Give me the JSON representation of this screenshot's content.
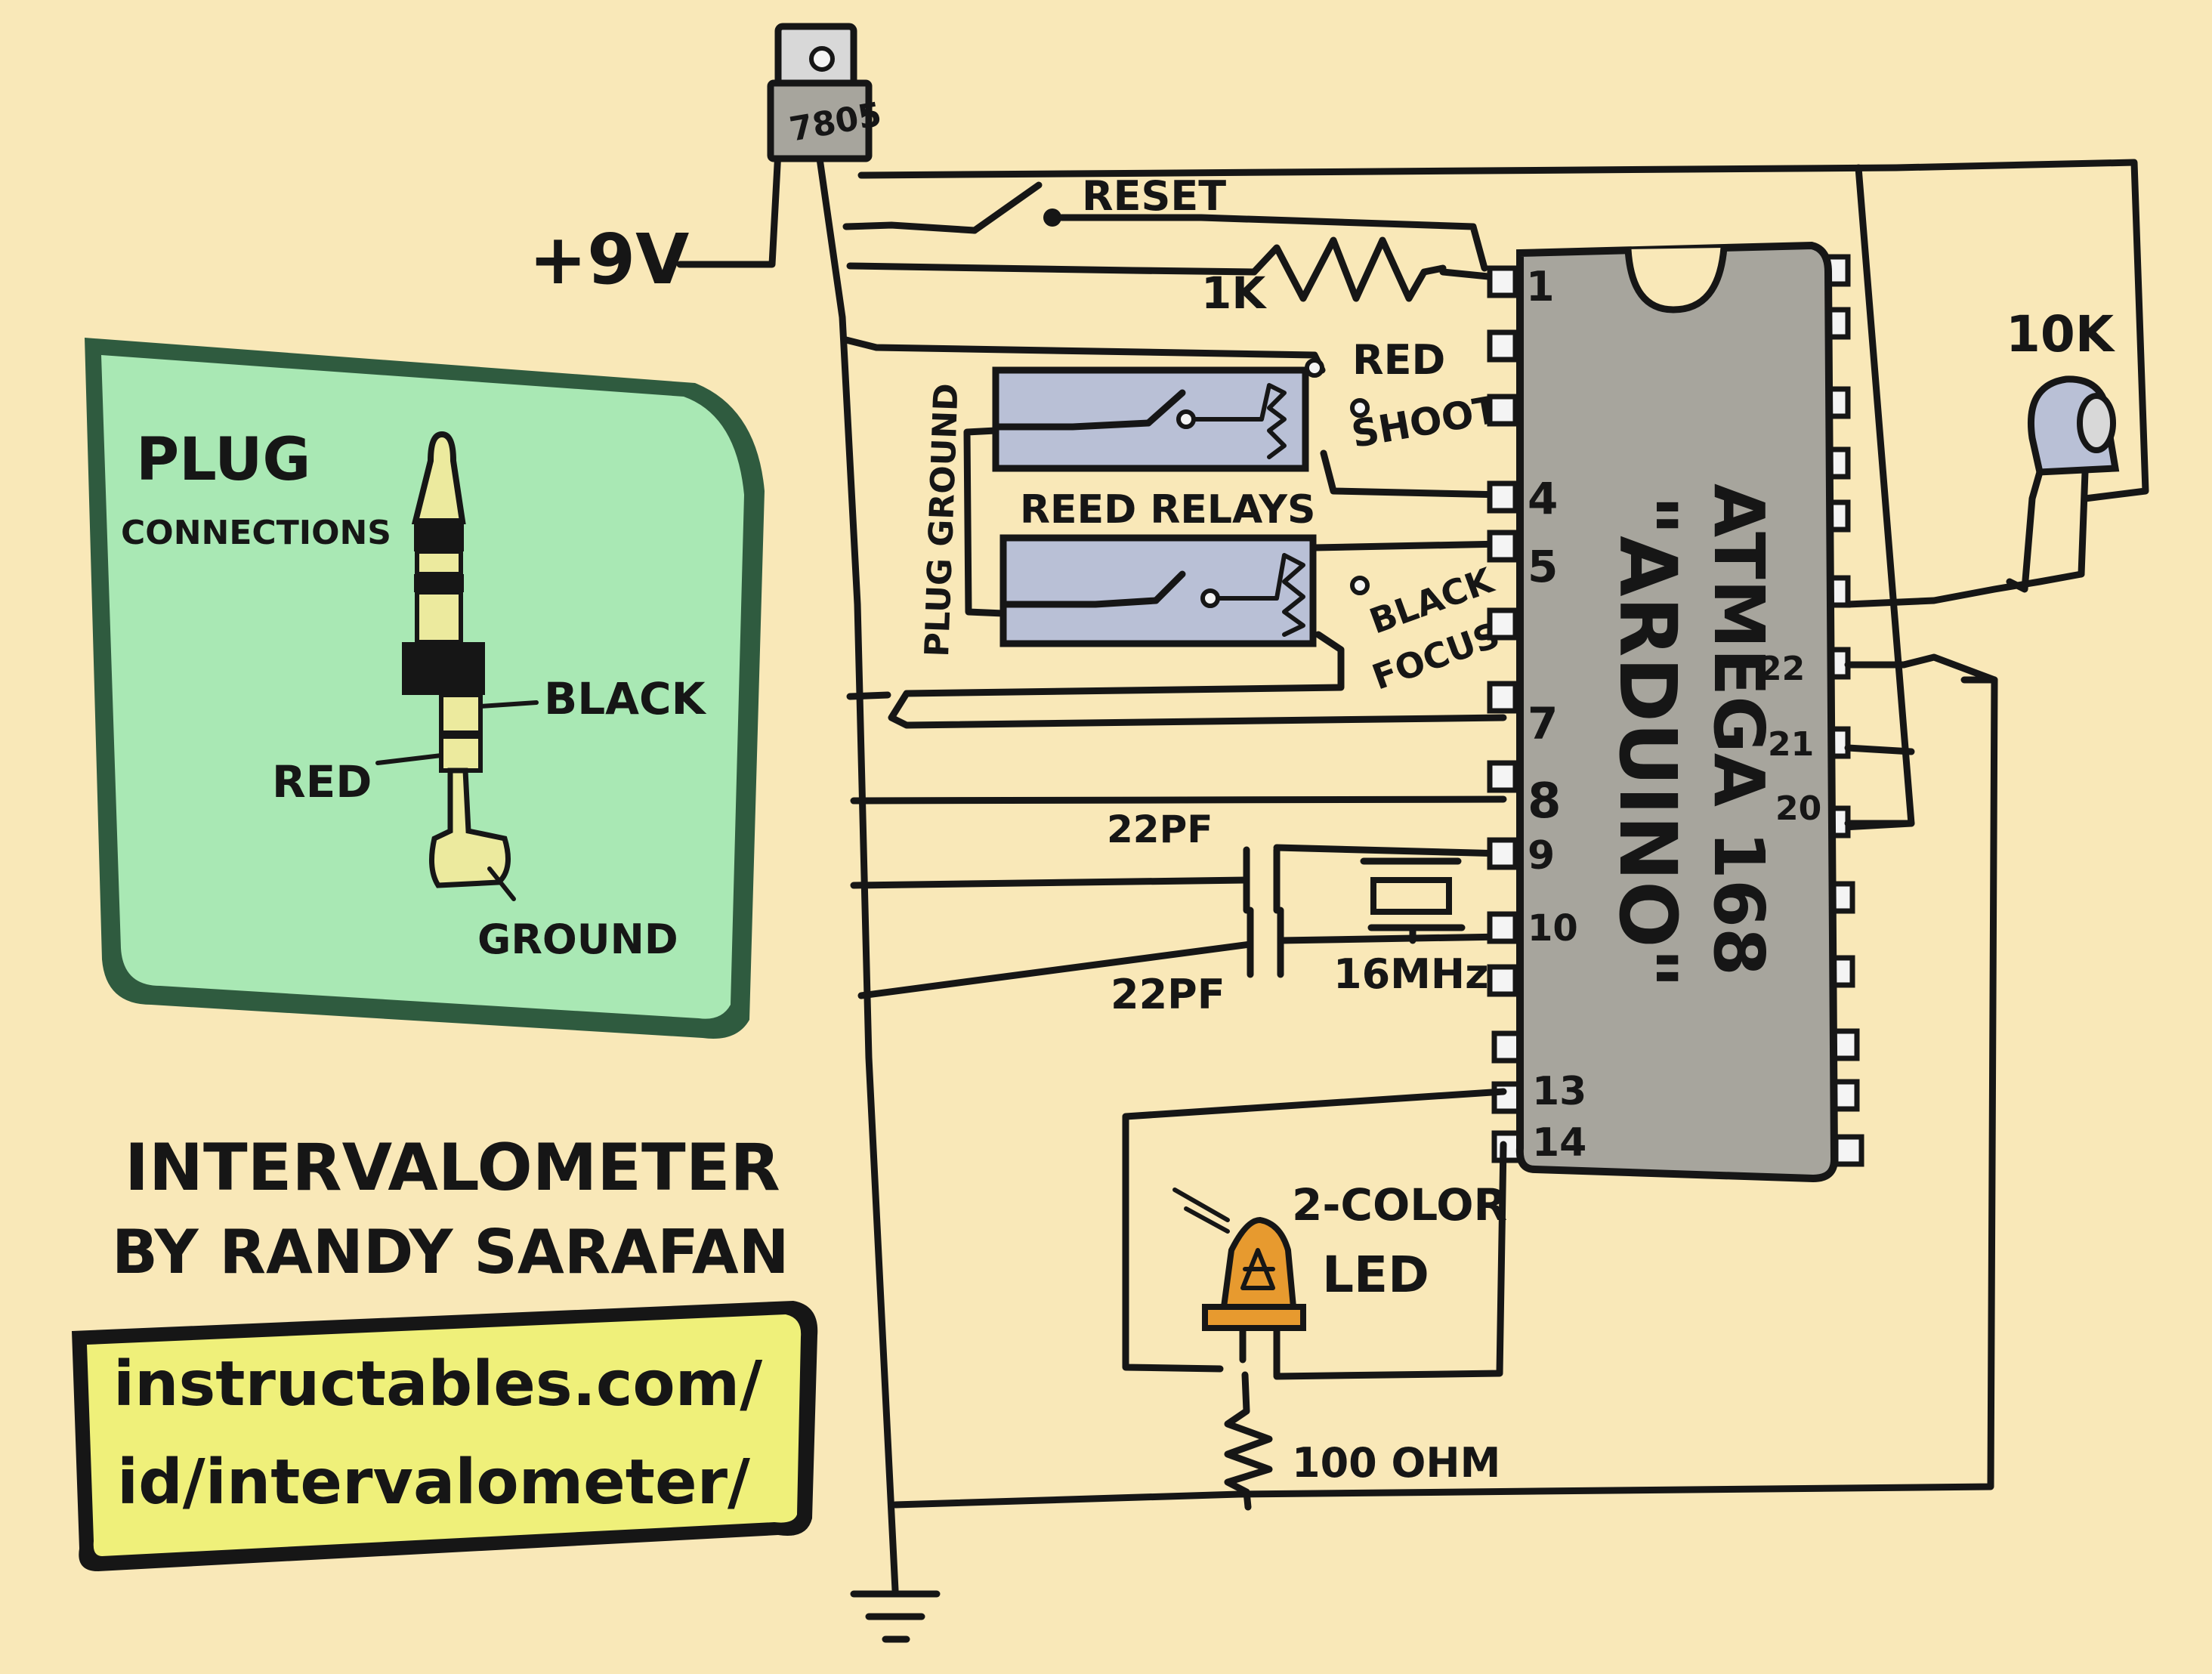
{
  "diagram": {
    "title_line1": "INTERVALOMETER",
    "title_line2": "BY RANDY SARAFAN",
    "url_line1": "instructables.com/",
    "url_line2": "id/intervalometer/",
    "supply_label": "+9V",
    "regulator_label": "7805",
    "reset_label": "RESET",
    "resistor_1k_label": "1K",
    "pot_label": "10K",
    "red_label": "RED",
    "shoot_label": "SHOOT",
    "black_label": "BLACK",
    "focus_label": "FOCUS",
    "reed_relays_label": "REED RELAYS",
    "plug_ground_label": "PLUG GROUND",
    "cap_top_label": "22PF",
    "cap_bottom_label": "22PF",
    "crystal_label": "16MHz",
    "led_label_line1": "2-COLOR",
    "led_label_line2": "LED",
    "resistor_100_label": "100 OHM",
    "chip_label_line1": "ATMEGA 168",
    "chip_label_line2": "\"ARDUINO\"",
    "pin_numbers": [
      "1",
      "4",
      "5",
      "7",
      "8",
      "9",
      "10",
      "13",
      "14",
      "22",
      "21",
      "20"
    ],
    "plug_box": {
      "title": "PLUG",
      "subtitle": "CONNECTIONS",
      "black": "BLACK",
      "red": "RED",
      "ground": "GROUND"
    },
    "colors": {
      "background": "#f9e8b8",
      "chip": "#a7a59d",
      "relay": "#b9c0d6",
      "plug_panel": "#a9e8b4",
      "plug_border": "#2f5b3f",
      "url_box": "#eff07a",
      "led": "#e79a2f",
      "plug_body": "#ecea9e"
    }
  }
}
